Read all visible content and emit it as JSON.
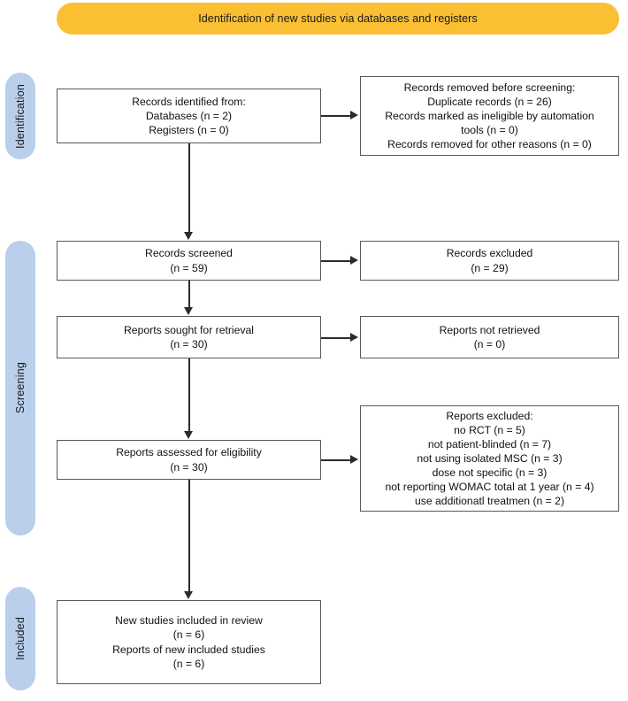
{
  "banner": {
    "title": "Identification of new studies via databases and registers"
  },
  "stages": [
    {
      "key": "identification",
      "label": "Identification"
    },
    {
      "key": "screening",
      "label": "Screening"
    },
    {
      "key": "included",
      "label": "Included"
    }
  ],
  "boxes": {
    "records_identified": {
      "text": "Records identified from:\nDatabases (n = 2)\nRegisters  (n = 0)"
    },
    "records_removed": {
      "text": "Records removed before screening:\nDuplicate records (n = 26)\nRecords marked as ineligible by automation\ntools (n = 0)\nRecords removed for other reasons (n = 0)"
    },
    "records_screened": {
      "text": "Records screened\n(n = 59)"
    },
    "records_excluded": {
      "text": "Records excluded\n(n = 29)"
    },
    "reports_sought": {
      "text": "Reports sought for retrieval\n(n = 30)"
    },
    "reports_not_retrieved": {
      "text": "Reports not retrieved\n(n = 0)"
    },
    "reports_assessed": {
      "text": "Reports assessed for eligibility\n(n = 30)"
    },
    "reports_excluded": {
      "text": "Reports excluded:\nno RCT (n = 5)\nnot patient-blinded (n = 7)\nnot using isolated MSC (n = 3)\ndose not specific (n = 3)\nnot reporting WOMAC total at 1 year (n = 4)\nuse additionatl treatmen (n = 2)"
    },
    "new_studies_included": {
      "text": "New studies included in review\n(n = 6)\nReports of new included studies\n(n = 6)"
    }
  },
  "counts": {
    "databases": 2,
    "registers": 0,
    "duplicate_records": 26,
    "ineligible_by_automation": 0,
    "removed_other_reasons": 0,
    "records_screened": 59,
    "records_excluded": 29,
    "reports_sought": 30,
    "reports_not_retrieved": 0,
    "reports_assessed": 30,
    "excluded_no_rct": 5,
    "excluded_not_patient_blinded": 7,
    "excluded_not_isolated_msc": 3,
    "excluded_dose_not_specific": 3,
    "excluded_not_reporting_womac": 4,
    "excluded_additional_treatment": 2,
    "new_studies_included": 6,
    "reports_of_new_included_studies": 6
  },
  "colors": {
    "banner": "#fbbf33",
    "stage_pill": "#b9cfec",
    "box_border": "#595959",
    "connector": "#2b2b2b",
    "background": "#ffffff"
  }
}
